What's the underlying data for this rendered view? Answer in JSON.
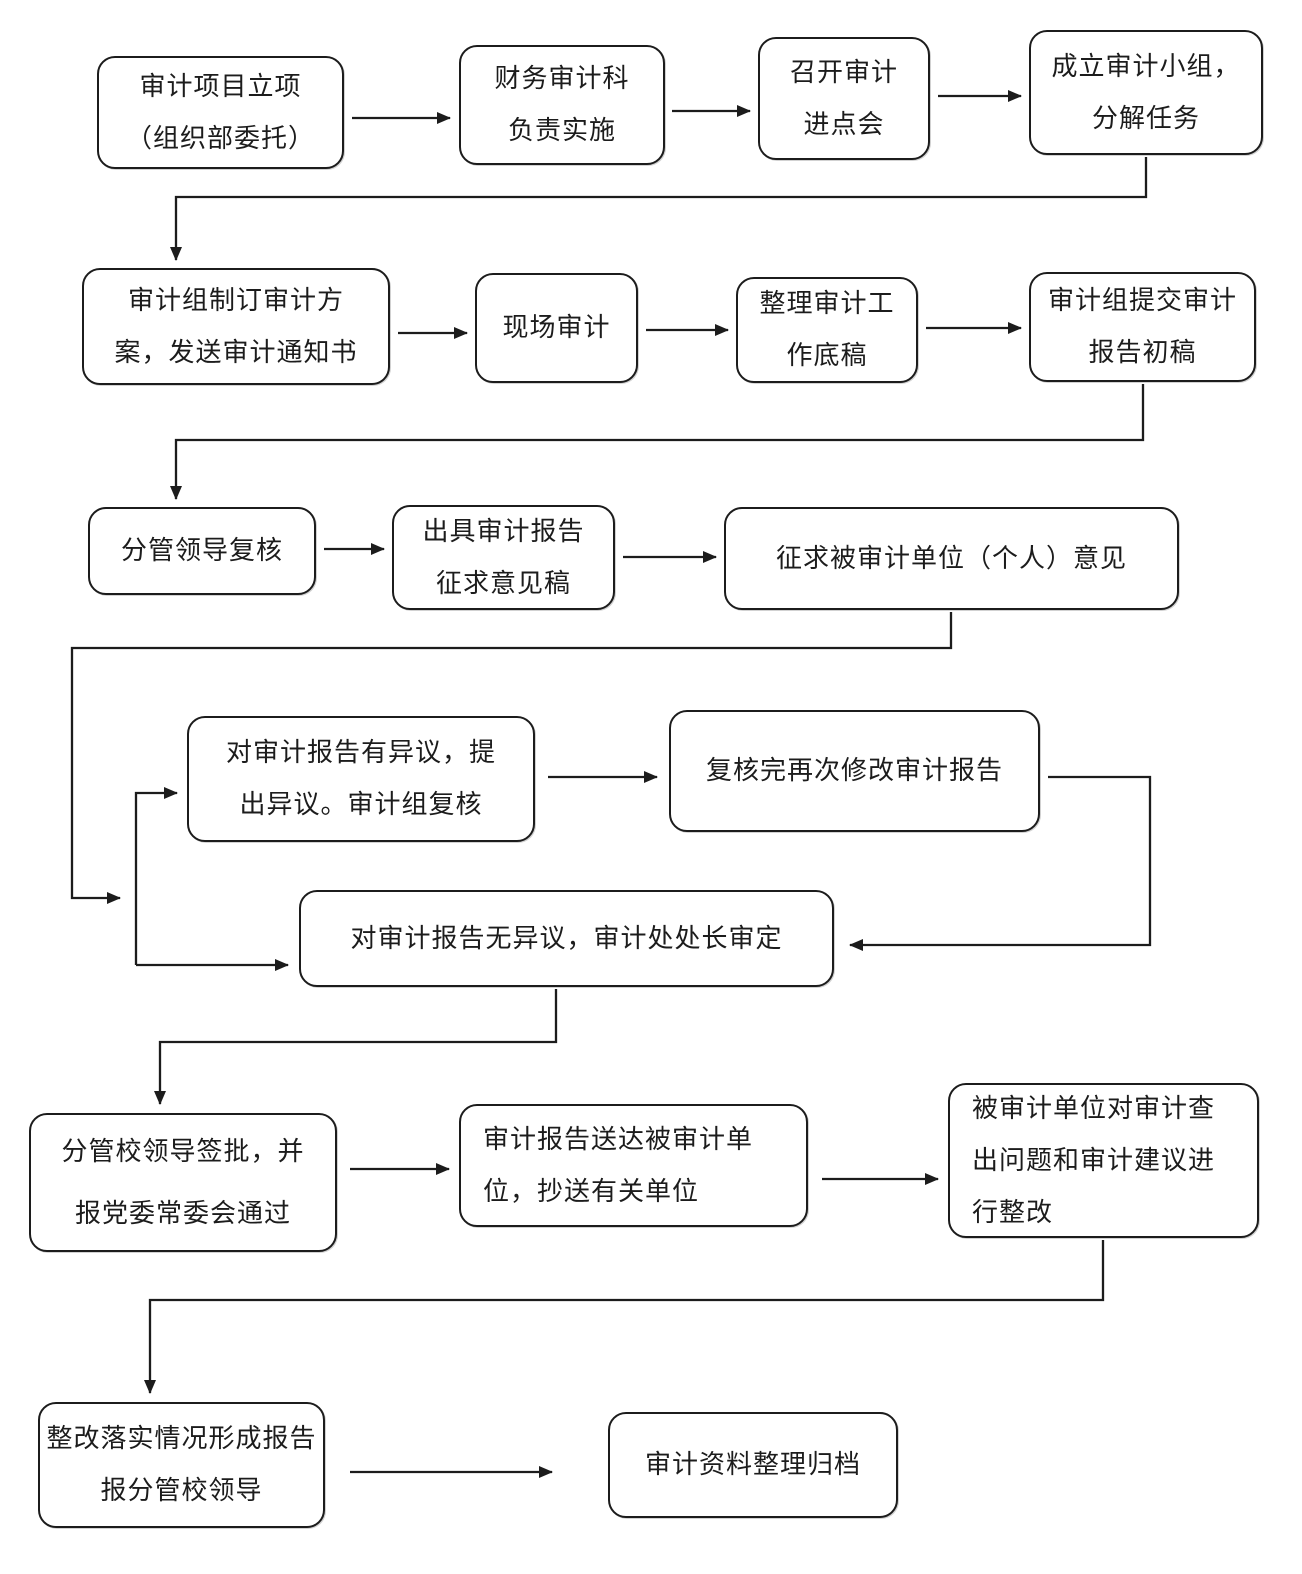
{
  "page": {
    "background": "#ffffff",
    "ink": "#1c1c1c",
    "description_lang": "zh-CN"
  },
  "flowchart": {
    "nodes": {
      "n1": {
        "lines": [
          "审计项目立项",
          "（组织部委托）"
        ]
      },
      "n2": {
        "lines": [
          "财务审计科",
          "负责实施"
        ]
      },
      "n3": {
        "lines": [
          "召开审计",
          "进点会"
        ]
      },
      "n4": {
        "lines": [
          "成立审计小组，",
          "分解任务"
        ]
      },
      "n5": {
        "lines": [
          "审计组制订审计方",
          "案，发送审计通知书"
        ]
      },
      "n6": {
        "lines": [
          "现场审计"
        ]
      },
      "n7": {
        "lines": [
          "整理审计工",
          "作底稿"
        ]
      },
      "n8": {
        "lines": [
          "审计组提交审计",
          "报告初稿"
        ]
      },
      "n9": {
        "lines": [
          "分管领导复核"
        ]
      },
      "n10": {
        "lines": [
          "出具审计报告",
          "征求意见稿"
        ]
      },
      "n11": {
        "lines": [
          "征求被审计单位（个人）意见"
        ]
      },
      "n12": {
        "lines": [
          "对审计报告有异议，提",
          "出异议。审计组复核"
        ]
      },
      "n13": {
        "lines": [
          "复核完再次修改审计报告"
        ]
      },
      "n14": {
        "lines": [
          "对审计报告无异议，审计处处长审定"
        ]
      },
      "n15": {
        "lines": [
          "分管校领导签批，并",
          "报党委常委会通过"
        ]
      },
      "n16": {
        "lines": [
          "审计报告送达被审计单",
          "位，抄送有关单位"
        ]
      },
      "n17": {
        "lines": [
          "被审计单位对审计查",
          "出问题和审计建议进",
          "行整改"
        ]
      },
      "n18": {
        "lines": [
          "整改落实情况形成报告",
          "报分管校领导"
        ]
      },
      "n19": {
        "lines": [
          "审计资料整理归档"
        ]
      }
    },
    "edges": [
      {
        "from": "n1",
        "to": "n2"
      },
      {
        "from": "n2",
        "to": "n3"
      },
      {
        "from": "n3",
        "to": "n4"
      },
      {
        "from": "n4",
        "to": "n5"
      },
      {
        "from": "n5",
        "to": "n6"
      },
      {
        "from": "n6",
        "to": "n7"
      },
      {
        "from": "n7",
        "to": "n8"
      },
      {
        "from": "n8",
        "to": "n9"
      },
      {
        "from": "n9",
        "to": "n10"
      },
      {
        "from": "n10",
        "to": "n11"
      },
      {
        "from": "n11",
        "to": "n12"
      },
      {
        "from": "n11",
        "to": "n14"
      },
      {
        "from": "n12",
        "to": "n13"
      },
      {
        "from": "n13",
        "to": "n14"
      },
      {
        "from": "n14",
        "to": "n15"
      },
      {
        "from": "n15",
        "to": "n16"
      },
      {
        "from": "n16",
        "to": "n17"
      },
      {
        "from": "n17",
        "to": "n18"
      },
      {
        "from": "n18",
        "to": "n19"
      }
    ]
  }
}
